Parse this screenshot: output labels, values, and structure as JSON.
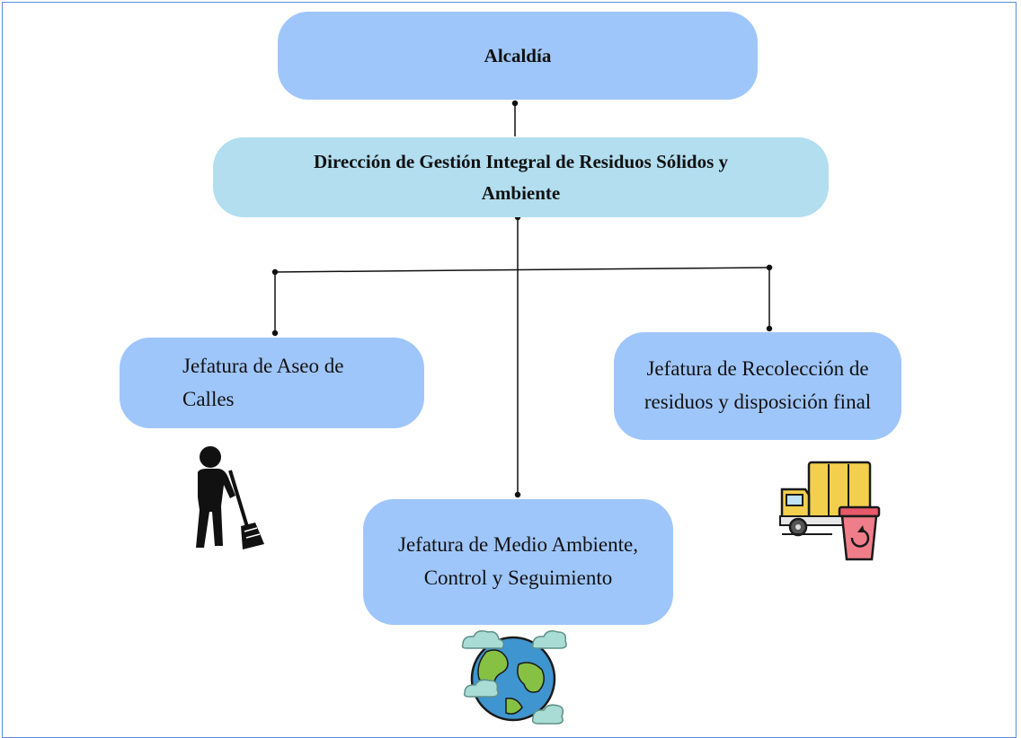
{
  "org_chart": {
    "top": {
      "label": "Alcaldía"
    },
    "direction": {
      "label": "Dirección de Gestión Integral de Residuos Sólidos y\nAmbiente"
    },
    "units": [
      {
        "key": "aseo",
        "label": "Jefatura de Aseo de\nCalles",
        "icon": "street-sweeper-icon"
      },
      {
        "key": "recoleccion",
        "label": "Jefatura de Recolección de\nresiduos y disposición final",
        "icon": "garbage-truck-recycle-icon"
      },
      {
        "key": "medio",
        "label": "Jefatura de Medio Ambiente,\nControl y Seguimiento",
        "icon": "earth-globe-icon"
      }
    ]
  },
  "colors": {
    "primary_box": "#9fc6fb",
    "secondary_box": "#b2def0",
    "connector": "#111111",
    "frame_border": "#5b8fd4"
  }
}
